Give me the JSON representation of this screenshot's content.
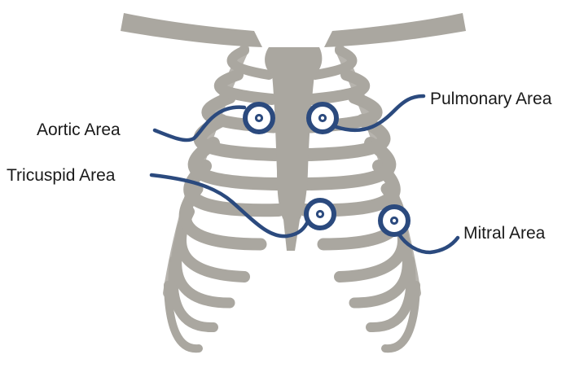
{
  "colors": {
    "bone": "#aaa7a0",
    "marker": "#2b4a7e",
    "text": "#1a1a1a",
    "background": "#ffffff"
  },
  "labels": {
    "aortic": "Aortic Area",
    "pulmonary": "Pulmonary Area",
    "tricuspid": "Tricuspid Area",
    "mitral": "Mitral Area"
  }
}
